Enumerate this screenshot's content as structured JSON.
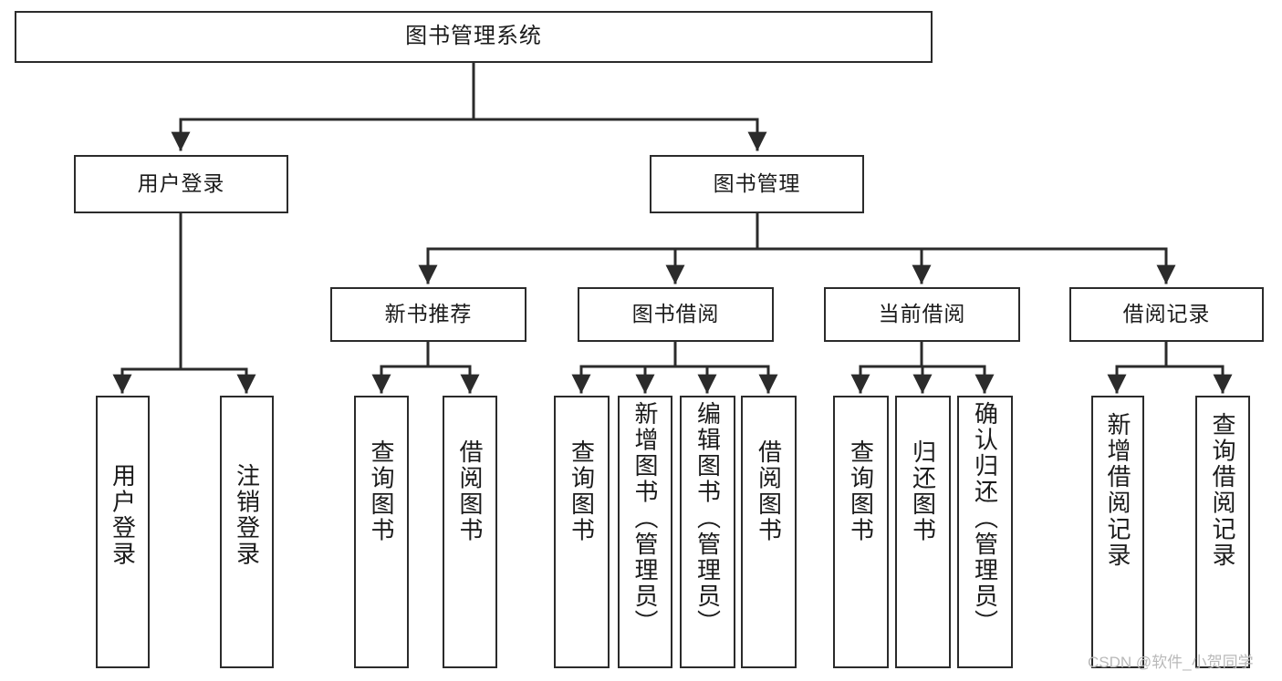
{
  "diagram": {
    "type": "tree",
    "title": "图书管理系统",
    "orientation": "top-down",
    "colors": {
      "node_border": "#2b2b2b",
      "node_fill": "#ffffff",
      "edge": "#2b2b2b",
      "background": "#ffffff",
      "watermark": "#b9b9b9"
    }
  },
  "nodes": {
    "root": {
      "label": "图书管理系统"
    },
    "level2": [
      {
        "id": "user-login",
        "label": "用户登录"
      },
      {
        "id": "book-manage",
        "label": "图书管理"
      }
    ],
    "level3": [
      {
        "id": "new-book-recommend",
        "label": "新书推荐"
      },
      {
        "id": "book-borrow",
        "label": "图书借阅"
      },
      {
        "id": "current-borrow",
        "label": "当前借阅"
      },
      {
        "id": "borrow-record",
        "label": "借阅记录"
      }
    ],
    "leaves": {
      "user-login": [
        {
          "id": "leaf-user-login",
          "label": "用户登录"
        },
        {
          "id": "leaf-user-logout",
          "label": "注销登录"
        }
      ],
      "new-book-recommend": [
        {
          "id": "leaf-query-book-1",
          "label": "查询图书"
        },
        {
          "id": "leaf-borrow-book-1",
          "label": "借阅图书"
        }
      ],
      "book-borrow": [
        {
          "id": "leaf-query-book-2",
          "label": "查询图书"
        },
        {
          "id": "leaf-add-book",
          "label": "新增图书（管理员）"
        },
        {
          "id": "leaf-edit-book",
          "label": "编辑图书（管理员）"
        },
        {
          "id": "leaf-borrow-book-2",
          "label": "借阅图书"
        }
      ],
      "current-borrow": [
        {
          "id": "leaf-query-book-3",
          "label": "查询图书"
        },
        {
          "id": "leaf-return-book",
          "label": "归还图书"
        },
        {
          "id": "leaf-confirm-return",
          "label": "确认归还（管理员）"
        }
      ],
      "borrow-record": [
        {
          "id": "leaf-add-record",
          "label": "新增借阅记录"
        },
        {
          "id": "leaf-query-record",
          "label": "查询借阅记录"
        }
      ]
    }
  },
  "watermark": {
    "text": "CSDN @软件_小贺同学"
  }
}
